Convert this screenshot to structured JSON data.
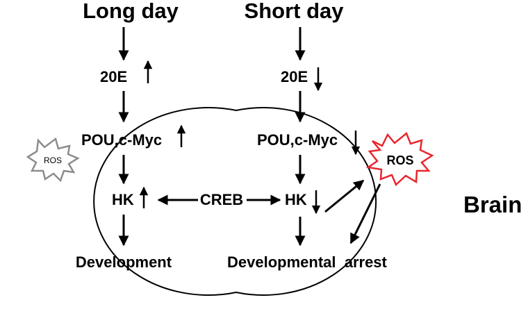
{
  "diagram": {
    "long_day": {
      "condition": "Long day",
      "hormone": "20E",
      "factors": "POU,c-Myc",
      "enzyme": "HK",
      "outcome": "Development",
      "ros": "ROS"
    },
    "short_day": {
      "condition": "Short day",
      "hormone": "20E",
      "factors": "POU,c-Myc",
      "enzyme": "HK",
      "outcome": "Developmental  arrest",
      "ros": "ROS"
    },
    "shared_regulator": "CREB",
    "organ_label": "Brain",
    "colors": {
      "ros_long_day_outline": "#8c8c8c",
      "ros_short_day_outline": "#e8262d",
      "arrows": "#000000",
      "brain_outline": "#000000"
    },
    "level_changes": {
      "long_day_20E": "up",
      "long_day_POU_cMyc": "up",
      "long_day_HK": "up",
      "short_day_20E": "down",
      "short_day_POU_cMyc": "down",
      "short_day_HK": "down"
    }
  }
}
